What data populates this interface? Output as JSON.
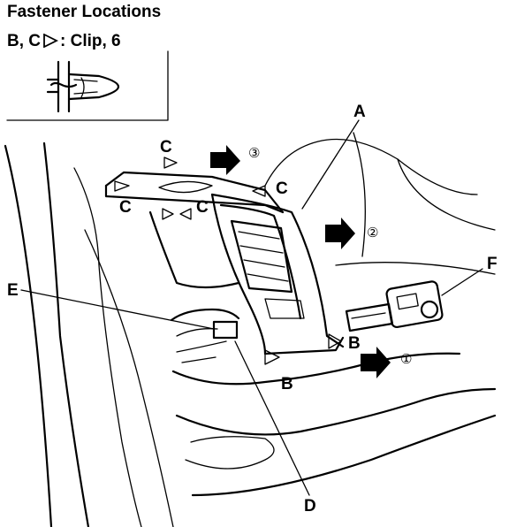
{
  "title": "Fastener Locations",
  "legend": {
    "prefix": "B, C",
    "suffix": ": Clip, 6"
  },
  "callouts": {
    "A": "A",
    "B": "B",
    "C": "C",
    "D": "D",
    "E": "E",
    "F": "F"
  },
  "steps": {
    "one": "①",
    "two": "②",
    "three": "③"
  }
}
